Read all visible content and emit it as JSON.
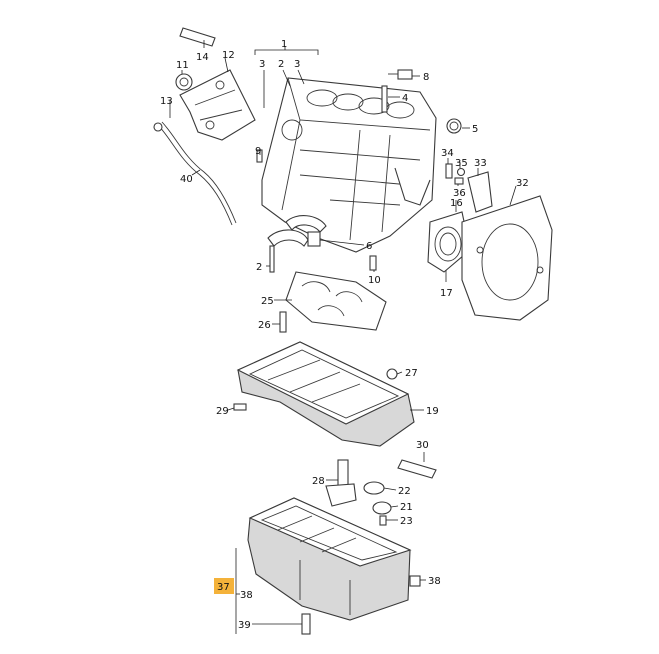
{
  "callouts": {
    "c1": "1",
    "c2": "2",
    "c3a": "3",
    "c3b": "3",
    "c2b": "2",
    "c4": "4",
    "c5": "5",
    "c6": "6",
    "c8": "8",
    "c9": "9",
    "c10": "10",
    "c11": "11",
    "c12": "12",
    "c13": "13",
    "c14": "14",
    "c16": "16",
    "c17": "17",
    "c19": "19",
    "c21": "21",
    "c22": "22",
    "c23": "23",
    "c25": "25",
    "c26": "26",
    "c27": "27",
    "c28": "28",
    "c29": "29",
    "c30": "30",
    "c32": "32",
    "c33": "33",
    "c34": "34",
    "c35": "35",
    "c36": "36",
    "c37": "37",
    "c38a": "38",
    "c38b": "38",
    "c39": "39",
    "c40": "40"
  },
  "highlight_color": "#f4b23a"
}
